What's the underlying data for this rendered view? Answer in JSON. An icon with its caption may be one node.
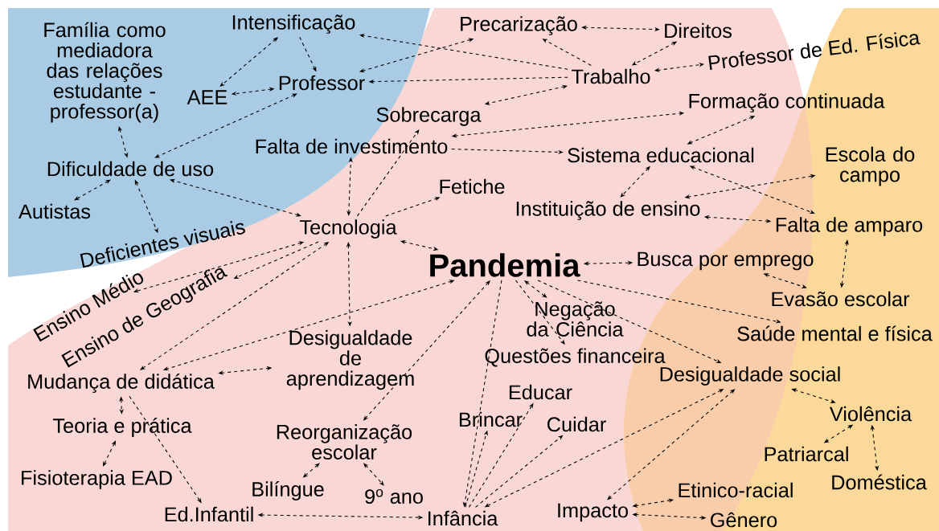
{
  "diagram": {
    "nodes": [
      {
        "text": [
          "Família como mediadora das relações estudante - professor(a)"
        ]
      },
      {
        "text": [
          "Intensificação"
        ]
      },
      {
        "text": [
          "Precarização"
        ]
      },
      {
        "text": [
          "Direitos"
        ]
      },
      {
        "text": [
          "AEE"
        ]
      },
      {
        "text": [
          "Professor"
        ]
      },
      {
        "text": [
          "Trabalho"
        ]
      },
      {
        "text": [
          "Professor de Ed. Física"
        ]
      },
      {
        "text": [
          "Sobrecarga"
        ]
      },
      {
        "text": [
          "Formação continuada"
        ]
      },
      {
        "text": [
          "Falta de investimento"
        ]
      },
      {
        "text": [
          "Dificuldade de uso"
        ]
      },
      {
        "text": [
          "Sistema educacional"
        ]
      },
      {
        "text": [
          "Escola do campo"
        ]
      },
      {
        "text": [
          "Fetiche"
        ]
      },
      {
        "text": [
          "Autistas"
        ]
      },
      {
        "text": [
          "Instituição de ensino"
        ]
      },
      {
        "text": [
          "Falta de amparo"
        ]
      },
      {
        "text": [
          "Deficientes visuais"
        ]
      },
      {
        "text": [
          "Tecnologia"
        ]
      },
      {
        "text": [
          "Ensino Médio"
        ]
      },
      {
        "text": [
          "Pandemia"
        ]
      },
      {
        "text": [
          "Busca por emprego"
        ]
      },
      {
        "text": [
          "Ensino de Geografia"
        ]
      },
      {
        "text": [
          "Evasão escolar"
        ]
      },
      {
        "text": [
          "Negação da Ciência"
        ]
      },
      {
        "text": [
          "Desigualdade de aprendizagem"
        ]
      },
      {
        "text": [
          "Saúde mental e física"
        ]
      },
      {
        "text": [
          "Mudança de didática"
        ]
      },
      {
        "text": [
          "Questões financeira"
        ]
      },
      {
        "text": [
          "Desigualdade social"
        ]
      },
      {
        "text": [
          "Educar"
        ]
      },
      {
        "text": [
          "Violência"
        ]
      },
      {
        "text": [
          "Brincar"
        ]
      },
      {
        "text": [
          "Cuidar"
        ]
      },
      {
        "text": [
          "Teoria e prática"
        ]
      },
      {
        "text": [
          "Reorganização escolar"
        ]
      },
      {
        "text": [
          "Patriarcal"
        ]
      },
      {
        "text": [
          "Fisioterapia EAD"
        ]
      },
      {
        "text": [
          "Doméstica"
        ]
      },
      {
        "text": [
          "Bilíngue"
        ]
      },
      {
        "text": [
          "9$^{o}$ ano"
        ]
      },
      {
        "text": [
          "Etinico-racial"
        ]
      },
      {
        "text": [
          "Ed.Infantil"
        ]
      },
      {
        "text": [
          "Infância"
        ]
      },
      {
        "text": [
          "Impacto"
        ]
      },
      {
        "text": [
          "Gênero"
        ]
      }
    ],
    "edges": [
      {
        "from": 1,
        "to": 4,
        "arrow": "both"
      },
      {
        "from": 1,
        "to": 5,
        "arrow": "to"
      },
      {
        "from": 5,
        "to": 2,
        "arrow": "both"
      },
      {
        "from": 6,
        "to": 1,
        "arrow": "to"
      },
      {
        "from": 6,
        "to": 2,
        "arrow": "to"
      },
      {
        "from": 6,
        "to": 5,
        "arrow": "to"
      },
      {
        "from": 2,
        "to": 3,
        "arrow": "both"
      },
      {
        "from": 3,
        "to": 6,
        "arrow": "both"
      },
      {
        "from": 6,
        "to": 7,
        "arrow": "both"
      },
      {
        "from": 5,
        "to": 4,
        "arrow": "both"
      },
      {
        "from": 5,
        "to": 11,
        "arrow": "both"
      },
      {
        "from": 0,
        "to": 11,
        "arrow": "both"
      },
      {
        "from": 6,
        "to": 8,
        "arrow": "both"
      },
      {
        "from": 10,
        "to": 9,
        "arrow": "both"
      },
      {
        "from": 9,
        "to": 12,
        "arrow": "both"
      },
      {
        "from": 10,
        "to": 12,
        "arrow": "to"
      },
      {
        "from": 19,
        "to": 10,
        "arrow": "both"
      },
      {
        "from": 19,
        "to": 8,
        "arrow": "to"
      },
      {
        "from": 19,
        "to": 14,
        "arrow": "to"
      },
      {
        "from": 19,
        "to": 11,
        "arrow": "both"
      },
      {
        "from": 11,
        "to": 15,
        "arrow": "both"
      },
      {
        "from": 11,
        "to": 18,
        "arrow": "both"
      },
      {
        "from": 12,
        "to": 16,
        "arrow": "both"
      },
      {
        "from": 12,
        "to": 17,
        "arrow": "both"
      },
      {
        "from": 16,
        "to": 13,
        "arrow": "both"
      },
      {
        "from": 16,
        "to": 17,
        "arrow": "both"
      },
      {
        "from": 17,
        "to": 24,
        "arrow": "both"
      },
      {
        "from": 22,
        "to": 24,
        "arrow": "both"
      },
      {
        "from": 19,
        "to": 20,
        "arrow": "both"
      },
      {
        "from": 19,
        "to": 23,
        "arrow": "to"
      },
      {
        "from": 19,
        "to": 21,
        "arrow": "both"
      },
      {
        "from": 19,
        "to": 26,
        "arrow": "both"
      },
      {
        "from": 19,
        "to": 28,
        "arrow": "both"
      },
      {
        "from": 28,
        "to": 26,
        "arrow": "both"
      },
      {
        "from": 28,
        "to": 43,
        "arrow": "to"
      },
      {
        "from": 21,
        "to": 28,
        "arrow": "both"
      },
      {
        "from": 28,
        "to": 35,
        "arrow": "both"
      },
      {
        "from": 35,
        "to": 38,
        "arrow": "both"
      },
      {
        "from": 21,
        "to": 44,
        "arrow": "to"
      },
      {
        "from": 21,
        "to": 29,
        "arrow": "to"
      },
      {
        "from": 21,
        "to": 36,
        "arrow": "both"
      },
      {
        "from": 21,
        "to": 25,
        "arrow": "both"
      },
      {
        "from": 21,
        "to": 22,
        "arrow": "both"
      },
      {
        "from": 21,
        "to": 27,
        "arrow": "to"
      },
      {
        "from": 21,
        "to": 30,
        "arrow": "to"
      },
      {
        "from": 30,
        "to": 32,
        "arrow": "both"
      },
      {
        "from": 32,
        "to": 37,
        "arrow": "both"
      },
      {
        "from": 32,
        "to": 39,
        "arrow": "both"
      },
      {
        "from": 30,
        "to": 45,
        "arrow": "both"
      },
      {
        "from": 30,
        "to": 44,
        "arrow": "both"
      },
      {
        "from": 44,
        "to": 33,
        "arrow": "to"
      },
      {
        "from": 44,
        "to": 31,
        "arrow": "to"
      },
      {
        "from": 44,
        "to": 34,
        "arrow": "to"
      },
      {
        "from": 43,
        "to": 44,
        "arrow": "both"
      },
      {
        "from": 36,
        "to": 40,
        "arrow": "both"
      },
      {
        "from": 36,
        "to": 41,
        "arrow": "both"
      },
      {
        "from": 45,
        "to": 42,
        "arrow": "both"
      },
      {
        "from": 45,
        "to": 46,
        "arrow": "both"
      }
    ]
  }
}
